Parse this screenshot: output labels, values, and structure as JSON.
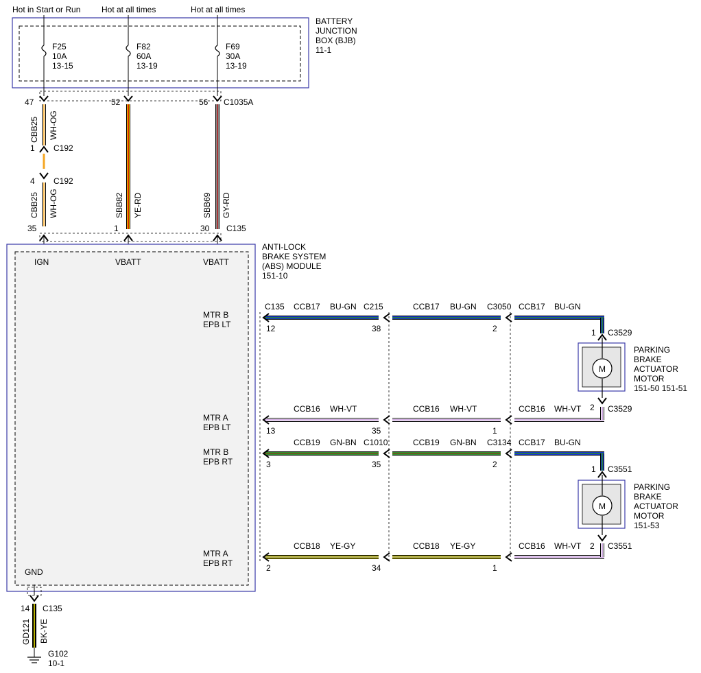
{
  "source_labels": [
    "Hot in Start or Run",
    "Hot at all times",
    "Hot at all times"
  ],
  "bjb": {
    "title": [
      "BATTERY",
      "JUNCTION",
      "BOX (BJB)"
    ],
    "ref": "11-1",
    "fuses": [
      {
        "name": "F25",
        "rating": "10A",
        "ref": "13-15"
      },
      {
        "name": "F82",
        "rating": "60A",
        "ref": "13-19"
      },
      {
        "name": "F69",
        "rating": "30A",
        "ref": "13-19"
      }
    ]
  },
  "upper_connector": "C1035A",
  "pin_top": [
    "47",
    "52",
    "56"
  ],
  "wire1_upper": {
    "circuit": "CBB25",
    "color": "WH-OG"
  },
  "c192": {
    "name": "C192",
    "pin_a": "1",
    "pin_b": "4"
  },
  "wire1_lower": {
    "circuit": "CBB25",
    "color": "WH-OG"
  },
  "wire2": {
    "circuit": "SBB82",
    "color": "YE-RD"
  },
  "wire3": {
    "circuit": "SBB69",
    "color": "GY-RD"
  },
  "c135_top": {
    "name": "C135",
    "pins": [
      "35",
      "1",
      "30"
    ]
  },
  "abs": {
    "title": [
      "ANTI-LOCK",
      "BRAKE SYSTEM",
      "(ABS) MODULE"
    ],
    "ref": "151-10",
    "inputs": [
      "IGN",
      "VBATT",
      "VBATT"
    ],
    "gnd": "GND",
    "outputs": [
      [
        "MTR B",
        "EPB LT"
      ],
      [
        "MTR A",
        "EPB LT"
      ],
      [
        "MTR B",
        "EPB RT"
      ],
      [
        "MTR A",
        "EPB RT"
      ]
    ]
  },
  "circuits": [
    {
      "c1": "C135",
      "pin1": "12",
      "w1": "CCB17",
      "col1": "BU-GN",
      "c2": "C215",
      "pin2": "38",
      "w2": "CCB17",
      "col2": "BU-GN",
      "c3": "C3050",
      "pin3": "2",
      "w3": "CCB17",
      "col3": "BU-GN"
    },
    {
      "c1": "",
      "pin1": "13",
      "w1": "CCB16",
      "col1": "WH-VT",
      "c2": "",
      "pin2": "35",
      "w2": "CCB16",
      "col2": "WH-VT",
      "c3": "",
      "pin3": "1",
      "w3": "CCB16",
      "col3": "WH-VT"
    },
    {
      "c1": "",
      "pin1": "3",
      "w1": "CCB19",
      "col1": "GN-BN",
      "c2": "C1010",
      "pin2": "35",
      "w2": "CCB19",
      "col2": "GN-BN",
      "c3": "C3134",
      "pin3": "2",
      "w3": "CCB17",
      "col3": "BU-GN"
    },
    {
      "c1": "",
      "pin1": "2",
      "w1": "CCB18",
      "col1": "YE-GY",
      "c2": "",
      "pin2": "34",
      "w2": "CCB18",
      "col2": "YE-GY",
      "c3": "",
      "pin3": "1",
      "w3": "CCB16",
      "col3": "WH-VT"
    }
  ],
  "motors": [
    {
      "title": [
        "PARKING",
        "BRAKE",
        "ACTUATOR",
        "MOTOR"
      ],
      "ref": "151-50  151-51",
      "conn": "C3529",
      "pin_top": "1",
      "pin_bot": "2",
      "symbol": "M"
    },
    {
      "title": [
        "PARKING",
        "BRAKE",
        "ACTUATOR",
        "MOTOR"
      ],
      "ref": "151-53",
      "conn": "C3551",
      "pin_top": "1",
      "pin_bot": "2",
      "symbol": "M"
    }
  ],
  "ground": {
    "pin": "14",
    "conn": "C135",
    "circuit": "GD121",
    "color": "BK-YE",
    "name": "G102",
    "ref": "10-1"
  },
  "wire_colors": {
    "WH-OG": [
      "#ffffff",
      "#f5a623"
    ],
    "YE-RD": [
      "#f2d600",
      "#d40000"
    ],
    "GY-RD": [
      "#8c8c8c",
      "#b02020"
    ],
    "BU-GN": [
      "#1535c8",
      "#2a8a2a"
    ],
    "WH-VT": [
      "#ffffff",
      "#c090d8"
    ],
    "GN-BN": [
      "#2f8f2f",
      "#7a4a1e"
    ],
    "YE-GY": [
      "#e8e000",
      "#8a8a8a"
    ],
    "BK-YE": [
      "#000000",
      "#e8e000"
    ]
  },
  "frame_color": "#3a3aa8"
}
